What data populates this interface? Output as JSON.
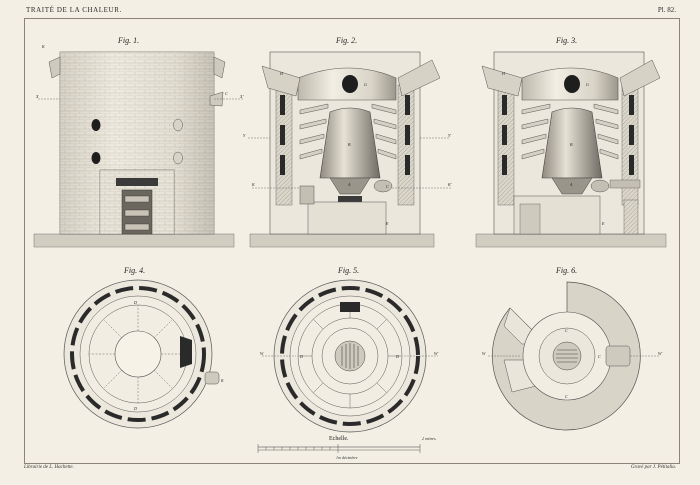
{
  "plate": {
    "header_left": "TRAITÉ DE LA CHALEUR.",
    "header_right": "Pl. 82.",
    "footer_left": "Librairie de L. Hachette.",
    "footer_right": "Gravé par J. Pétitalia."
  },
  "figures": {
    "fig1": "Fig. 1.",
    "fig2": "Fig. 2.",
    "fig3": "Fig. 3.",
    "fig4": "Fig. 4.",
    "fig5": "Fig. 5.",
    "fig6": "Fig. 6."
  },
  "scale": {
    "title": "Echelle.",
    "end_label": "2 mètres.",
    "unit_label": "1m décimètre"
  },
  "letters": {
    "A": "A",
    "B": "B",
    "C": "C",
    "D": "D",
    "E": "E",
    "G": "G",
    "H": "H",
    "K": "K",
    "Kp": "K'",
    "X": "X",
    "Xp": "X'",
    "Y": "Y",
    "Yp": "Y'",
    "W": "W",
    "Wp": "W'"
  },
  "colors": {
    "paper": "#f3efe4",
    "ink": "#2a2a2a",
    "wall_light": "#e7e3d8",
    "wall_mid": "#c9c5ba",
    "wall_dark": "#6f6b63"
  }
}
